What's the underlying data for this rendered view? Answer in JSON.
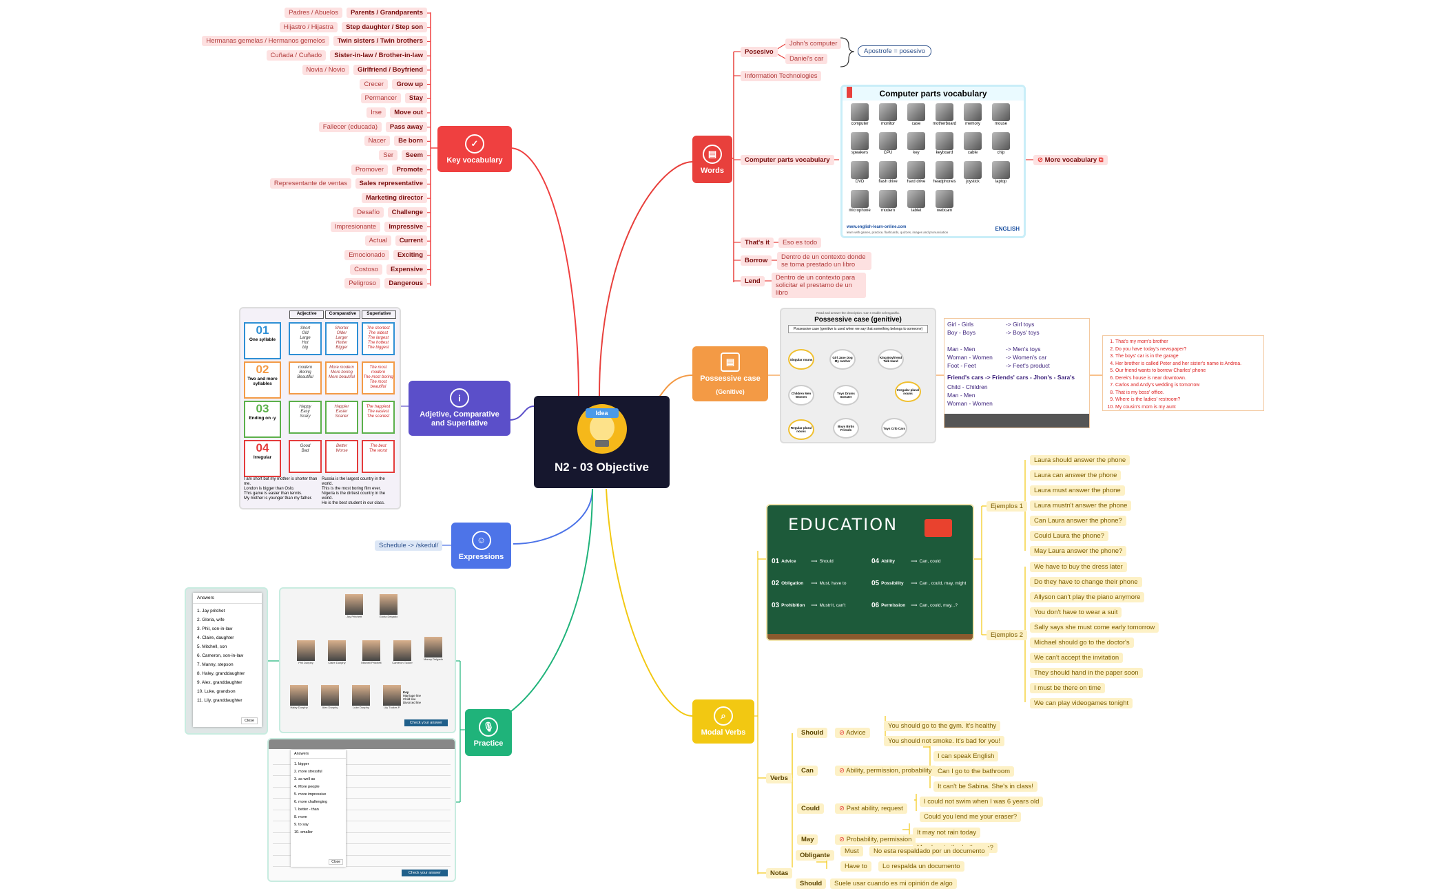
{
  "center": {
    "title": "N2 - 03 Objective",
    "logo": "idea-icon"
  },
  "hubs": {
    "key_vocabulary": {
      "label": "Key vocabulary",
      "color": "#ef4040",
      "icon": "check-badge-icon"
    },
    "words": {
      "label": "Words",
      "color": "#e8403c",
      "icon": "document-icon"
    },
    "adjective": {
      "label": "Adjetive, Comparative and Superlative",
      "color": "#5b4fc9",
      "icon": "info-icon"
    },
    "possessive": {
      "label": "Possessive case",
      "sublabel": "(Genitive)",
      "color": "#f39a45",
      "icon": "document-icon"
    },
    "expressions": {
      "label": "Expressions",
      "color": "#4d74e8",
      "icon": "people-icon"
    },
    "practice": {
      "label": "Practice",
      "color": "#1fb37a",
      "icon": "microphone-icon"
    },
    "modal_verbs": {
      "label": "Modal Verbs",
      "color": "#f2c812",
      "icon": "magnifier-icon"
    }
  },
  "key_vocabulary": [
    {
      "es": "Padres / Abuelos",
      "en": "Parents / Grandparents"
    },
    {
      "es": "Hijastro / Hijastra",
      "en": "Step daughter / Step son"
    },
    {
      "es": "Hermanas gemelas / Hermanos gemelos",
      "en": "Twin sisters / Twin brothers"
    },
    {
      "es": "Cuñada / Cuñado",
      "en": "Sister-in-law / Brother-in-law"
    },
    {
      "es": "Novia / Novio",
      "en": "Girlfriend / Boyfriend"
    },
    {
      "es": "Crecer",
      "en": "Grow up"
    },
    {
      "es": "Permancer",
      "en": "Stay"
    },
    {
      "es": "Irse",
      "en": "Move out"
    },
    {
      "es": "Fallecer (educada)",
      "en": "Pass away"
    },
    {
      "es": "Nacer",
      "en": "Be born"
    },
    {
      "es": "Ser",
      "en": "Seem"
    },
    {
      "es": "Promover",
      "en": "Promote"
    },
    {
      "es": "Representante de ventas",
      "en": "Sales representative"
    },
    {
      "es": "",
      "en": "Marketing director"
    },
    {
      "es": "Desafío",
      "en": "Challenge"
    },
    {
      "es": "Impresionante",
      "en": "Impressive"
    },
    {
      "es": "Actual",
      "en": "Current"
    },
    {
      "es": "Emocionado",
      "en": "Exciting"
    },
    {
      "es": "Costoso",
      "en": "Expensive"
    },
    {
      "es": "Peligroso",
      "en": "Dangerous"
    }
  ],
  "words": {
    "posesivo": {
      "label": "Posesivo",
      "items": [
        "John's computer",
        "Daniel's car"
      ],
      "note": "Apostrofe = posesivo"
    },
    "info_tech": "Information Technologies",
    "computer_parts": {
      "label": "Computer parts vocabulary",
      "more": "More vocabulary",
      "image_title": "Computer parts vocabulary",
      "parts": [
        "computer",
        "monitor",
        "case",
        "motherboard",
        "memory",
        "mouse",
        "speakers",
        "CPU",
        "key",
        "keyboard",
        "cable",
        "chip",
        "DVD",
        "flash drive",
        "hard drive",
        "headphones",
        "joystick",
        "laptop",
        "microphone",
        "modem",
        "tablet",
        "webcam"
      ],
      "footer": "www.english-learn-online.com",
      "footer_sub": "learn with games, practice, flashcards, quizzes, images and pronunciation",
      "brand": "ENGLISH"
    },
    "thats_it": {
      "label": "That's it",
      "meaning": "Eso es todo"
    },
    "borrow": {
      "label": "Borrow",
      "meaning": "Dentro de un contexto donde se toma prestado un libro"
    },
    "lend": {
      "label": "Lend",
      "meaning": "Dentro de un contexto para solicitar el prestamo de un libro"
    }
  },
  "possessive": {
    "image_header": "Read and answer the description. Can I enable at lenguahla.",
    "image_title": "Possessive case (genitive)",
    "image_sub": "Possessive case (genitive is used when we say that something belongs to someone)",
    "diagram": [
      "Singular nouns",
      "Girl Jane Dog My mother",
      "King Boyfriend Talk Hand",
      "Children Men Women",
      "Toys Drums Sweater",
      "Irregular plural nouns",
      "Regular plural nouns",
      "Boys Birds Friends",
      "Toys Crib Cars"
    ],
    "pairs": [
      {
        "a": "Girl - Girls",
        "b": "-> Girl toys"
      },
      {
        "a": "Boy - Boys",
        "b": "-> Boys' toys"
      },
      {
        "a": "",
        "b": ""
      },
      {
        "a": "Man - Men",
        "b": "-> Men's toys"
      },
      {
        "a": "Woman - Women",
        "b": "-> Women's car"
      },
      {
        "a": "Foot - Feet",
        "b": "-> Feet's product"
      }
    ],
    "friends": "Friend's cars  -> Friends' cars - Jhon's - Sara's",
    "extra": [
      "Child - Children",
      "Man - Men",
      "Woman - Women"
    ],
    "sentences": [
      "That's my mom's brother",
      "Do you have today's newspaper?",
      "The boys' car is in the garage",
      "Her brother is called Peter and her sister's name is Andrea.",
      "Our friend wants to borrow Charles' phone",
      "Derek's house is near downtown.",
      "Carlos and Andy's wedding is tomorrow",
      "That is my boss' office.",
      "Where is the ladies' restroom?",
      "My cousin's mom is my aunt"
    ]
  },
  "adjective": {
    "headers": [
      "Adjective",
      "Comparative",
      "Superlative"
    ],
    "rows": [
      {
        "num": "01",
        "rule": "One syllable",
        "adj": [
          "Short",
          "Old",
          "Large",
          "Hot",
          "big"
        ],
        "comp": [
          "Shorter",
          "Older",
          "Larger",
          "Hotter",
          "Bigger"
        ],
        "sup": [
          "The shortest",
          "The oldest",
          "The largest",
          "The hottest",
          "The biggest"
        ]
      },
      {
        "num": "02",
        "rule": "Two and more syllables",
        "adj": [
          "modern",
          "Boring",
          "Beautiful"
        ],
        "comp": [
          "More modern",
          "More boring",
          "More beautiful"
        ],
        "sup": [
          "The most modern",
          "The most boring",
          "The most beautiful"
        ]
      },
      {
        "num": "03",
        "rule": "Ending on -y",
        "adj": [
          "Happy",
          "Easy",
          "Scary"
        ],
        "comp": [
          "Happier",
          "Easier",
          "Scarier"
        ],
        "sup": [
          "The happiest",
          "The easiest",
          "The scariest"
        ]
      },
      {
        "num": "04",
        "rule": "Irregular",
        "adj": [
          "Good",
          "Bad"
        ],
        "comp": [
          "Better",
          "Worse"
        ],
        "sup": [
          "The best",
          "The worst"
        ]
      }
    ],
    "examples_left": [
      "I am short but my mother is shorter than me.",
      "London is bigger than Oslo.",
      "This game is easier than tennis.",
      "My mother is younger than my father."
    ],
    "examples_right": [
      "Russia is the largest country in the world.",
      "This is the most boring film ever.",
      "Nigeria is the dirtiest country in the world.",
      "He is the best student in our class."
    ]
  },
  "expressions": {
    "schedule": "Schedule -> /skedul/"
  },
  "practice": {
    "answers1_title": "Answers",
    "answers1": [
      "1. Jay pritchet",
      "2. Gloria, wife",
      "3. Phil, son-in-law",
      "4. Claire, daughter",
      "5. Mitchell, son",
      "6. Cameron, son-in-law",
      "7. Manny, stepson",
      "8. Haley, granddaughter",
      "9. Alex, granddaughter",
      "10. Luke, grandson",
      "11. Lily, granddaughter"
    ],
    "close1": "Close",
    "family": [
      "Jay Pritchett",
      "Gloria Delgado",
      "Phil Dunphy",
      "Claire Dunphy",
      "Mitchell Pritchett",
      "Cameron Tucker",
      "Manny Delgado",
      "Haley Dunphy",
      "Alex Dunphy",
      "Luke Dunphy",
      "Lily Tucker-P."
    ],
    "key_title": "Key",
    "key_items": [
      "Marriage line",
      "Child line",
      "Divorced line"
    ],
    "check1": "Check your answer",
    "answers2_title": "Answers",
    "answers2": [
      "1. bigger",
      "2. more stressful",
      "3. as well as",
      "4. More people",
      "5. more impressive",
      "6. more challenging",
      "7. better - than",
      "8. more",
      "9. to say",
      "10. smaller"
    ],
    "close2": "Close",
    "check2": "Check your answer"
  },
  "modal_verbs": {
    "image_title": "EDUCATION",
    "chalk": [
      {
        "n": "01",
        "k": "Advice",
        "v": "Should"
      },
      {
        "n": "02",
        "k": "Obligation",
        "v": "Must, have to"
      },
      {
        "n": "03",
        "k": "Prohibition",
        "v": "Mustn't, can't"
      },
      {
        "n": "04",
        "k": "Ability",
        "v": "Can, could"
      },
      {
        "n": "05",
        "k": "Possibility",
        "v": "Can , could, may, might"
      },
      {
        "n": "06",
        "k": "Permission",
        "v": "Can, could, may...?"
      }
    ],
    "ejemplos1_label": "Ejemplos 1",
    "ejemplos1": [
      "Laura should answer the phone",
      "Laura can answer the phone",
      "Laura must answer the phone",
      "Laura mustn't answer the phone",
      "Can Laura answer the phone?",
      "Could Laura the phone?",
      "May Laura answer the phone?"
    ],
    "ejemplos2_label": "Ejemplos 2",
    "ejemplos2": [
      "We have to buy the dress later",
      "Do they have to change their phone",
      "Allyson can't play the piano anymore",
      "You don't have to wear a suit",
      "Sally says she must come early tomorrow",
      "Michael should go to the doctor's",
      "We can't accept the invitation",
      "They should hand in the paper soon",
      "I must be there on time",
      "We can play videogames tonight"
    ],
    "verbs_label": "Verbs",
    "verbs": [
      {
        "verb": "Should",
        "use": "Advice",
        "ex": [
          "You should go to the gym. It's healthy",
          "You should not smoke. It's bad for you!"
        ]
      },
      {
        "verb": "Can",
        "use": "Ability, permission, probability",
        "ex": [
          "I can speak English",
          "Can I go to the bathroom",
          "It can't be Sabina. She's in class!"
        ]
      },
      {
        "verb": "Could",
        "use": "Past ability, request",
        "ex": [
          "I could not swim when I was 6 years old",
          "Could you lend me your eraser?"
        ]
      },
      {
        "verb": "May",
        "use": "Probability, permission",
        "ex": [
          "It may not rain today",
          "May I go to the bathroom?"
        ]
      }
    ],
    "notas_label": "Notas",
    "obligante": {
      "label": "Obligante",
      "items": [
        {
          "k": "Must",
          "v": "No esta respaldado por un documento"
        },
        {
          "k": "Have to",
          "v": "Lo respalda un documento"
        }
      ]
    },
    "should_note": {
      "label": "Should",
      "v": "Suele usar cuando es mi opinión de algo"
    }
  }
}
